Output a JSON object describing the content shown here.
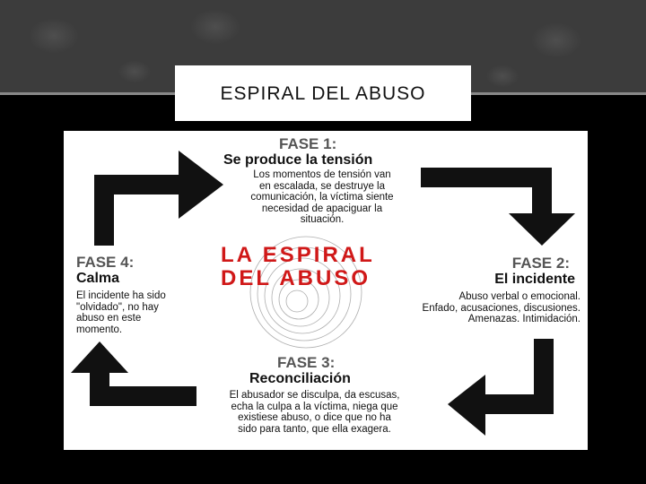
{
  "slide": {
    "title": "ESPIRAL DEL ABUSO"
  },
  "diagram": {
    "center_line1": "LA ESPIRAL",
    "center_line2": "DEL ABUSO",
    "phase1": {
      "label": "FASE 1:",
      "name": "Se produce la tensión",
      "desc": [
        "Los momentos de tensión van",
        "en escalada, se destruye la",
        "comunicación, la víctima siente",
        "necesidad de apaciguar la",
        "situación."
      ]
    },
    "phase2": {
      "label": "FASE 2:",
      "name": "El incidente",
      "desc": [
        "Abuso verbal o emocional.",
        "Enfado, acusaciones, discusiones.",
        "Amenazas. Intimidación."
      ]
    },
    "phase3": {
      "label": "FASE 3:",
      "name": "Reconciliación",
      "desc": [
        "El abusador se disculpa, da escusas,",
        "echa la culpa a la víctima, niega que",
        "existiese abuso, o dice que no ha",
        "sido para tanto, que ella exagera."
      ]
    },
    "phase4": {
      "label": "FASE 4:",
      "name": "Calma",
      "desc": [
        "El incidente ha sido",
        "\"olvidado\", no hay",
        "abuso en este",
        "momento."
      ]
    }
  },
  "colors": {
    "accent_red": "#d01818",
    "arrow": "#111111",
    "label_gray": "#555555"
  }
}
